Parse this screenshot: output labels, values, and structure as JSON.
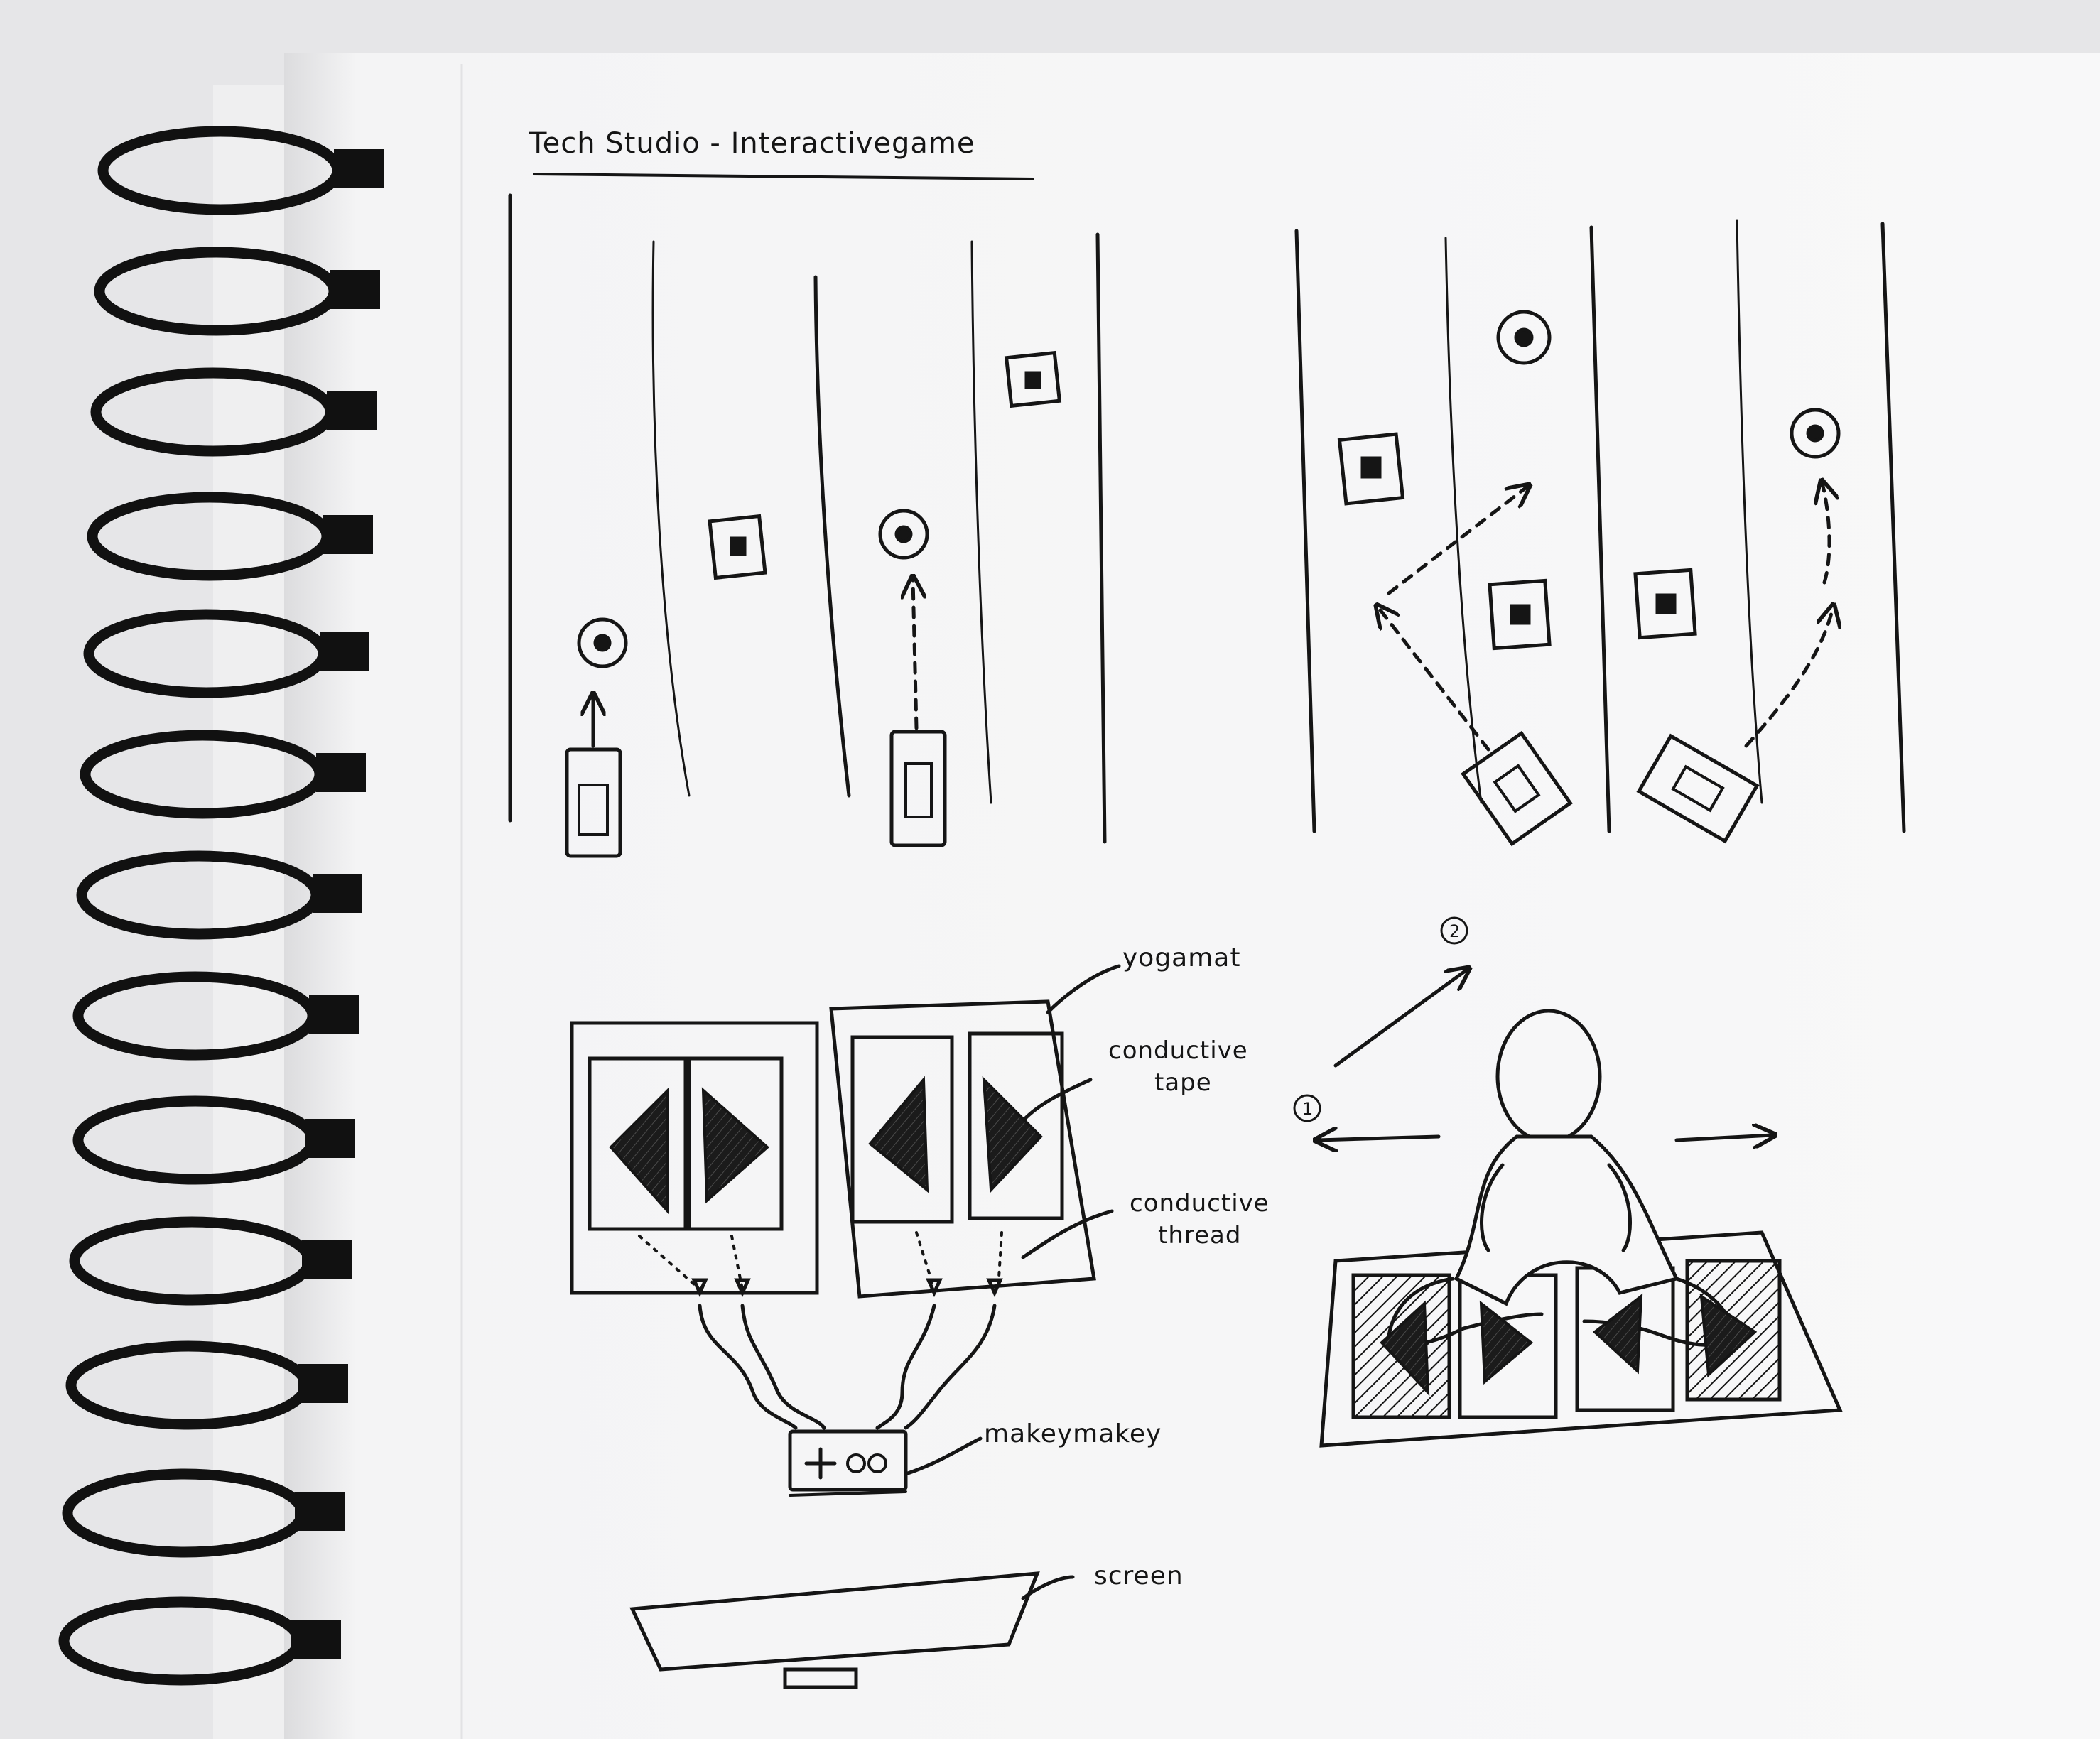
{
  "sketch": {
    "title": "Tech Studio - Interactivegame",
    "labels": {
      "yoga_mat": "yogamat",
      "conductive_tape_line1": "conductive",
      "conductive_tape_line2": "tape",
      "conductive_thread_line1": "conductive",
      "conductive_thread_line2": "thread",
      "makey_makey": "makeymakey",
      "screen": "screen",
      "step_1": "1",
      "step_2": "2"
    }
  },
  "colors": {
    "paper": "#f7f7f8",
    "background": "#e9e9ea",
    "ink": "#151515",
    "spiral": "#111111"
  }
}
